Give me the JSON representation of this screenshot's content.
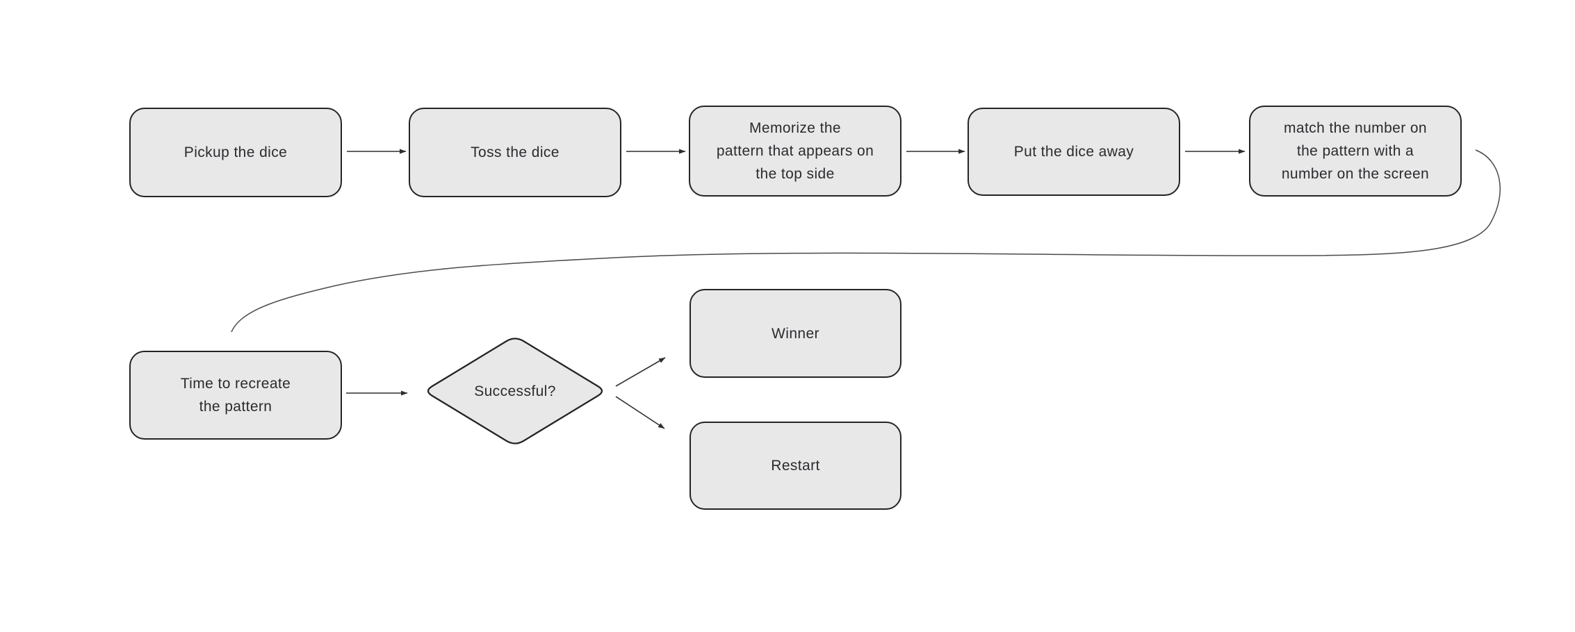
{
  "diagram": {
    "type": "flowchart",
    "background_color": "#ffffff",
    "node_fill_color": "#e8e8e8",
    "node_border_color": "#242424",
    "text_color": "#2b2b30",
    "connector_color": "#2e2e2e",
    "nodes": [
      {
        "id": "pickup",
        "shape": "rounded-rectangle",
        "label": "Pickup the dice"
      },
      {
        "id": "toss",
        "shape": "rounded-rectangle",
        "label": "Toss the dice"
      },
      {
        "id": "memorize",
        "shape": "rounded-rectangle",
        "label": "Memorize the\npattern that appears on\nthe top side"
      },
      {
        "id": "put-away",
        "shape": "rounded-rectangle",
        "label": "Put the dice away"
      },
      {
        "id": "match",
        "shape": "rounded-rectangle",
        "label": "match the number on\nthe pattern with a\nnumber on the screen"
      },
      {
        "id": "recreate",
        "shape": "rounded-rectangle",
        "label": "Time to recreate\nthe pattern"
      },
      {
        "id": "successful",
        "shape": "diamond",
        "label": "Successful?"
      },
      {
        "id": "winner",
        "shape": "rounded-rectangle",
        "label": "Winner"
      },
      {
        "id": "restart",
        "shape": "rounded-rectangle",
        "label": "Restart"
      }
    ],
    "edges": [
      {
        "from": "pickup",
        "to": "toss",
        "style": "straight-arrow"
      },
      {
        "from": "toss",
        "to": "memorize",
        "style": "straight-arrow"
      },
      {
        "from": "memorize",
        "to": "put-away",
        "style": "straight-arrow"
      },
      {
        "from": "put-away",
        "to": "match",
        "style": "straight-arrow"
      },
      {
        "from": "match",
        "to": "recreate",
        "style": "curved-line"
      },
      {
        "from": "recreate",
        "to": "successful",
        "style": "straight-arrow"
      },
      {
        "from": "successful",
        "to": "winner",
        "style": "diagonal-arrow"
      },
      {
        "from": "successful",
        "to": "restart",
        "style": "diagonal-arrow"
      }
    ]
  }
}
